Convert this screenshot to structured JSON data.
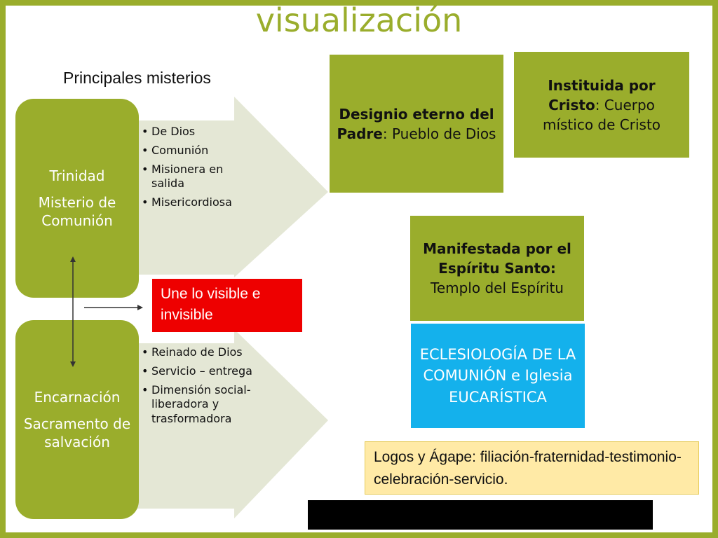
{
  "title": "visualización",
  "subtitle": "Principales misterios",
  "top_block": {
    "lines": [
      "Trinidad",
      "Misterio de Comunión"
    ],
    "bullets": [
      "De Dios",
      "Comunión",
      "Misionera en salida",
      "Misericordiosa"
    ]
  },
  "bottom_block": {
    "lines": [
      "Encarnación",
      "Sacramento de salvación"
    ],
    "bullets": [
      "Reinado de Dios",
      "Servicio – entrega",
      "Dimensión social-liberadora y trasformadora"
    ]
  },
  "connector_label": "Une lo visible e invisible",
  "boxes": {
    "designio": {
      "bold": "Designio eterno del Padre",
      "rest": ":  Pueblo de Dios"
    },
    "instituida": {
      "bold": "Instituida por Cristo",
      "rest": ": Cuerpo místico de Cristo"
    },
    "manifestada": {
      "bold": "Manifestada por el Espíritu Santo:",
      "rest": "Templo del Espíritu"
    },
    "eclesiologia": "ECLESIOLOGÍA DE LA COMUNIÓN e Iglesia EUCARÍSTICA",
    "logos": "Logos y Ágape: filiación-fraternidad-testimonio-celebración-servicio."
  },
  "colors": {
    "accent_green": "#9aad2c",
    "arrow_fill": "#e4e7d5",
    "red": "#ee0000",
    "blue": "#14b1ec",
    "yellow": "#ffeaa6"
  }
}
